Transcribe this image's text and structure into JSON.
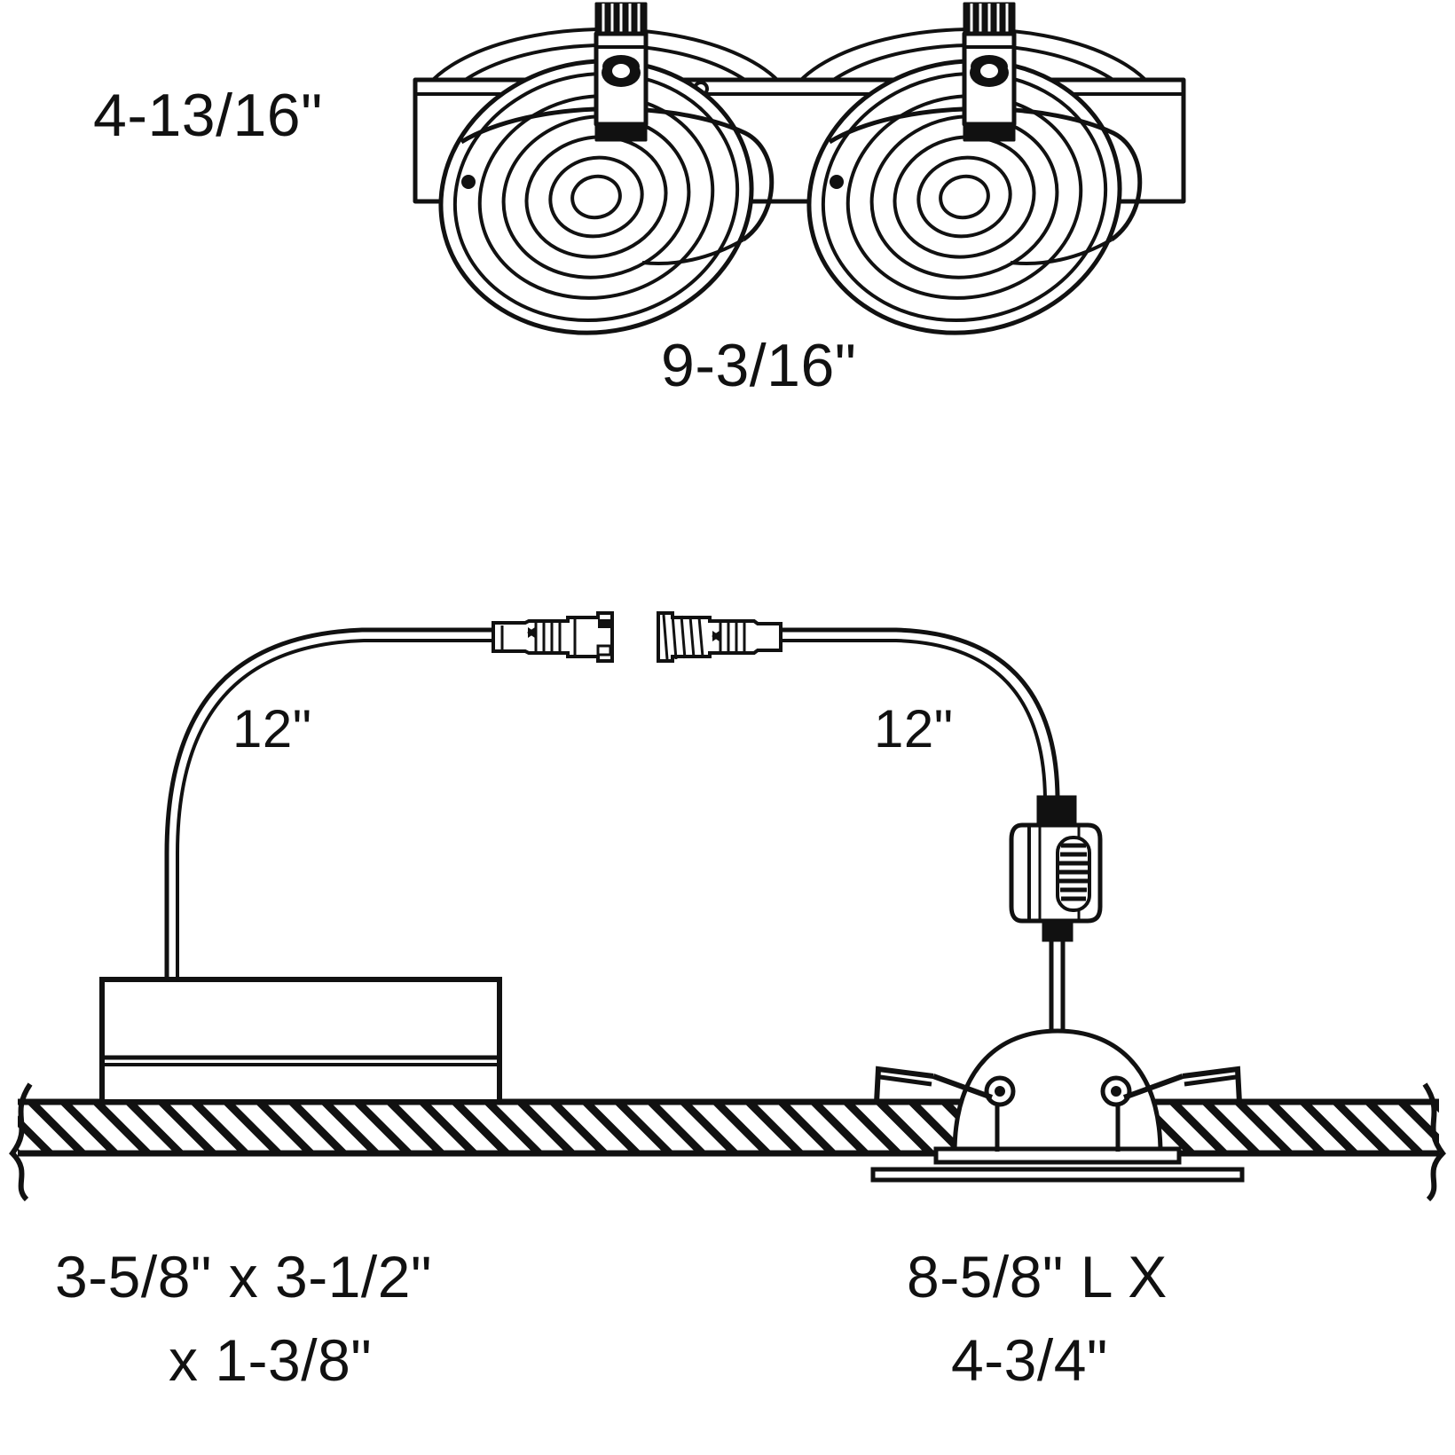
{
  "document": {
    "type": "technical-dimension-drawing",
    "subject": "2-light recessed gimbal downlight with remote driver junction box",
    "background_color": "#ffffff",
    "line_color": "#111111"
  },
  "top_view": {
    "name": "two-head-gimbal-trim",
    "height_label": "4-13/16\"",
    "width_label": "9-3/16\"",
    "head_count": 2
  },
  "lower_view": {
    "name": "installation-section-view",
    "lead_left_label": "12\"",
    "lead_right_label": "12\"",
    "junction_box": {
      "dim_line_1": "3-5/8\" x 3-1/2\"",
      "dim_line_2": "x 1-3/8\""
    },
    "housing": {
      "dim_line_1": "8-5/8\" L X",
      "dim_line_2": "4-3/4\""
    },
    "ceiling": {
      "hatch": "diagonal",
      "break_symbol_left": true,
      "break_symbol_right": true
    },
    "connector": {
      "name": "quick-connect-coupler",
      "halves": 2
    },
    "dimmer_module": {
      "name": "inline-dimmer-switch"
    }
  }
}
